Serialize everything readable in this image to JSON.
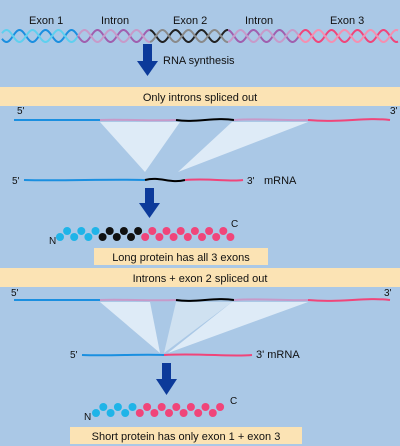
{
  "dna_labels": [
    "Exon 1",
    "Intron",
    "Exon 2",
    "Intron",
    "Exon 3"
  ],
  "step_rna": "RNA synthesis",
  "band1": "Only introns  spliced out",
  "band2": "Long protein has all 3 exons",
  "band3": "Introns + exon 2  spliced out",
  "band4": "Short protein has only exon 1 + exon 3",
  "five_prime": "5'",
  "three_prime": "3'",
  "mrna_label": "mRNA",
  "mrna_label_compact": "3' mRNA",
  "n_terminal": "N",
  "c_terminal": "C",
  "colors": {
    "background": "#aac8e6",
    "band": "#fbe3b4",
    "exon1": "#1a8fe0",
    "intron": "#c79ac9",
    "exon2": "#000000",
    "exon3": "#f0457a",
    "arrow": "#0c3a9a",
    "exon1_bead": "#1fb4e8"
  }
}
